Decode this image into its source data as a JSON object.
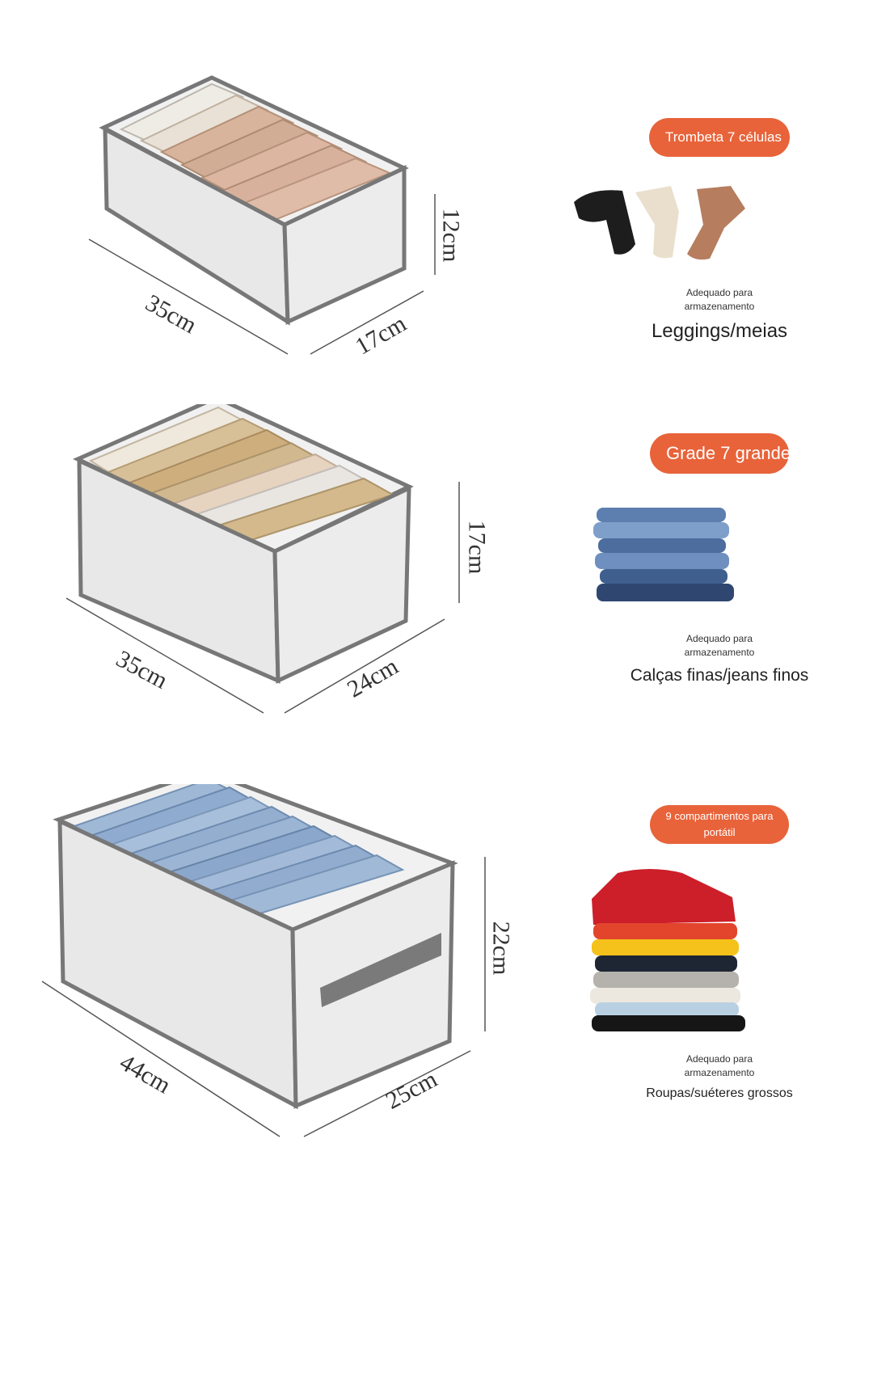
{
  "products": [
    {
      "length": "35cm",
      "width": "17cm",
      "height": "12cm",
      "badge": "Trombeta 7 células",
      "suit_label": "Adequado para\narmazenamento",
      "use": "Leggings/meias"
    },
    {
      "length": "35cm",
      "width": "24cm",
      "height": "17cm",
      "badge": "Grade 7 grande",
      "suit_label": "Adequado para\narmazenamento",
      "use": "Calças finas/jeans finos"
    },
    {
      "length": "44cm",
      "width": "25cm",
      "height": "22cm",
      "badge": "9 compartimentos para portátil",
      "suit_label": "Adequado para\narmazenamento",
      "use": "Roupas/suéteres grossos"
    }
  ],
  "colors": {
    "accent": "#e8633a",
    "box_fabric": "#e9e9ea",
    "box_edge": "#6f6f70"
  }
}
